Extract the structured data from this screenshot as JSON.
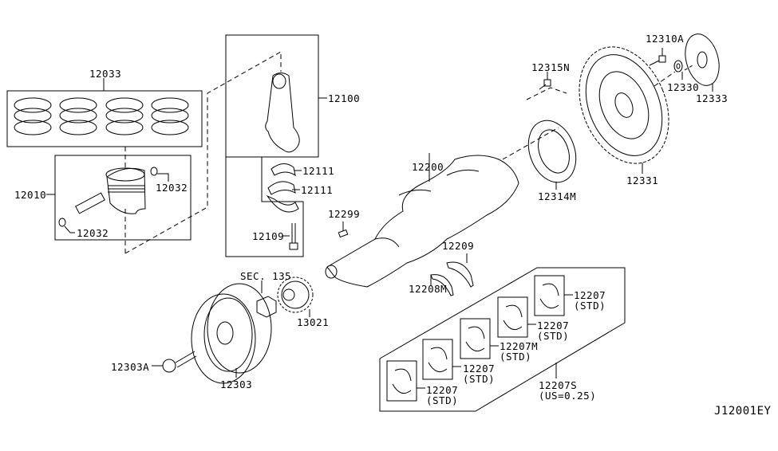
{
  "diagram_id": "J12001EY",
  "labels": {
    "piston_rings": "12033",
    "piston_assy": "12010",
    "piston_pin_clip_upper": "12032",
    "piston_pin_clip_lower": "12032",
    "connecting_rod": "12100",
    "rod_bearing_upper": "12111",
    "rod_bearing_lower": "12111",
    "rod_bolt": "12109",
    "crankshaft": "12200",
    "woodruff_key": "12299",
    "thrust_washer": "12209",
    "thrust_washer_m": "12208M",
    "sprocket_ref": "SEC. 135",
    "crank_sprocket": "13021",
    "pulley_bolt": "12303A",
    "crank_pulley": "12303",
    "flywheel_bolt_n": "12315N",
    "flywheel_bolt_a": "12310A",
    "pilot_bushing": "12330",
    "reinforce_plate": "12333",
    "flywheel": "12331",
    "signal_plate": "12314M",
    "main_bearing_set": "12207S",
    "main_bearing_set_note": "(US=0.25)"
  },
  "main_bearings": [
    {
      "part": "12207",
      "note": "(STD)"
    },
    {
      "part": "12207",
      "note": "(STD)"
    },
    {
      "part": "12207M",
      "note": "(STD)"
    },
    {
      "part": "12207",
      "note": "(STD)"
    },
    {
      "part": "12207",
      "note": "(STD)"
    }
  ]
}
